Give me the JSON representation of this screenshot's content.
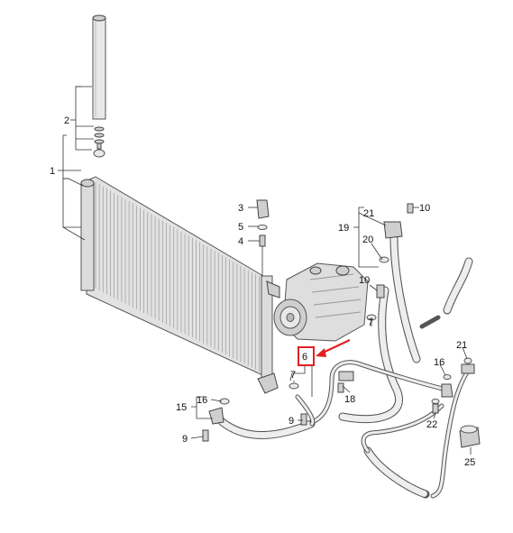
{
  "callouts": [
    {
      "id": "c1",
      "text": "1"
    },
    {
      "id": "c2",
      "text": "2"
    },
    {
      "id": "c3",
      "text": "3"
    },
    {
      "id": "c5",
      "text": "5"
    },
    {
      "id": "c4",
      "text": "4"
    },
    {
      "id": "c10a",
      "text": "10"
    },
    {
      "id": "c21a",
      "text": "21"
    },
    {
      "id": "c19",
      "text": "19"
    },
    {
      "id": "c20",
      "text": "20"
    },
    {
      "id": "c10b",
      "text": "10"
    },
    {
      "id": "c7a",
      "text": "7"
    },
    {
      "id": "c6",
      "text": "6"
    },
    {
      "id": "c7b",
      "text": "7"
    },
    {
      "id": "c16a",
      "text": "16"
    },
    {
      "id": "c15",
      "text": "15"
    },
    {
      "id": "c9a",
      "text": "9"
    },
    {
      "id": "c9b",
      "text": "9"
    },
    {
      "id": "c18",
      "text": "18"
    },
    {
      "id": "c16b",
      "text": "16"
    },
    {
      "id": "c21b",
      "text": "21"
    },
    {
      "id": "c22",
      "text": "22"
    },
    {
      "id": "c25",
      "text": "25"
    }
  ],
  "highlight": {
    "part": "6",
    "color": "#e02020"
  },
  "colors": {
    "line": "#333333",
    "part_fill": "#e9e9e9",
    "highlight": "#e02020"
  }
}
